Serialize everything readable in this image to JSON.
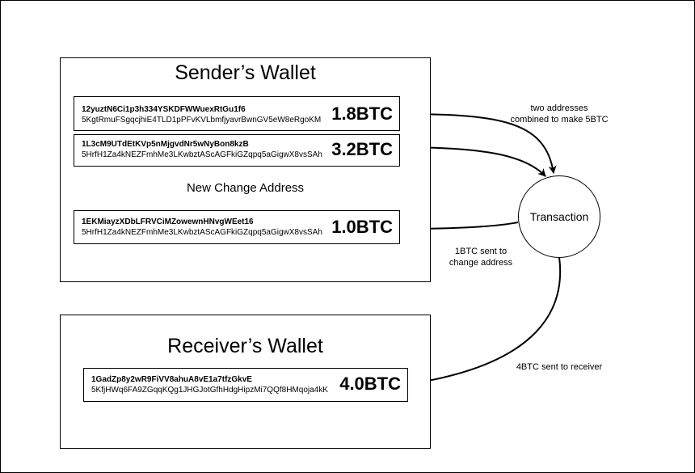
{
  "sender_wallet": {
    "title": "Sender’s Wallet",
    "inputs": [
      {
        "public_address": "12yuztN6Ci1p3h334YSKDFWWuexRtGu1f6",
        "private_key": "5KgtRmuFSgqcjhiE4TLD1pPFvKVLbmfjyavrBwnGV5eW8eRgoKM",
        "amount": "1.8BTC"
      },
      {
        "public_address": "1L3cM9UTdEtKVp5nMjgvdNr5wNyBon8kzB",
        "private_key": "5HrfH1Za4kNEZFmhMe3LKwbztAScAGFkiGZqpq5aGigwX8vsSAh",
        "amount": "3.2BTC"
      }
    ],
    "change_heading": "New Change Address",
    "change": {
      "public_address": "1EKMiayzXDbLFRVCiMZowewnHNvgWEet16",
      "private_key": "5HrfH1Za4kNEZFmhMe3LKwbztAScAGFkiGZqpq5aGigwX8vsSAh",
      "amount": "1.0BTC"
    }
  },
  "receiver_wallet": {
    "title": "Receiver’s Wallet",
    "entry": {
      "public_address": "1GadZp8y2wR9FiVV8ahuA8vE1a7tfzGkvE",
      "private_key": "5KfjHWq6FA9ZGqqKQg1JHGJotGfhHdgHipzMi7QQf8HMqoja4kK",
      "amount": "4.0BTC"
    }
  },
  "transaction": {
    "label": "Transaction"
  },
  "annotations": {
    "combine_line1": "two addresses",
    "combine_line2": "combined to make 5BTC",
    "change_line1": "1BTC sent to",
    "change_line2": "change address",
    "receiver": "4BTC sent to receiver"
  }
}
